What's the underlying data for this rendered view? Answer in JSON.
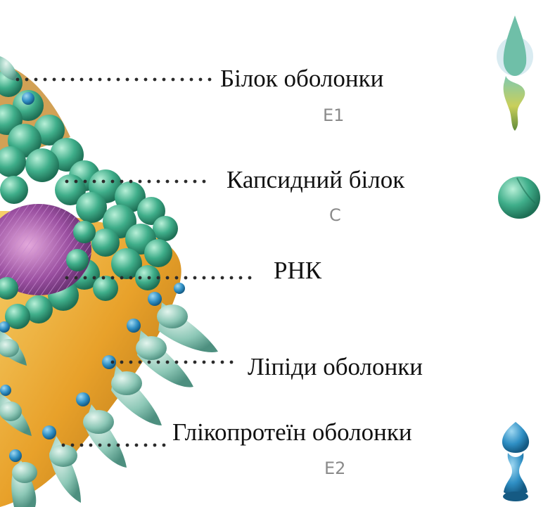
{
  "labels": {
    "envelope_protein": "Білок оболонки",
    "envelope_protein_code": "E1",
    "capsid_protein": "Капсидний білок",
    "capsid_protein_code": "C",
    "rna": "РНК",
    "envelope_lipids": "Ліпіди оболонки",
    "envelope_glycoprotein": "Глікопротеїн оболонки",
    "envelope_glycoprotein_code": "E2"
  },
  "colors": {
    "capsid_green": "#3fae8a",
    "rna_purple": "#9a4fa0",
    "lipid_orange": "#e8a12a",
    "spike_teal": "#8cc7b6",
    "spike_blue": "#2f8fc4",
    "leader_dots": "#2b2b2b"
  }
}
